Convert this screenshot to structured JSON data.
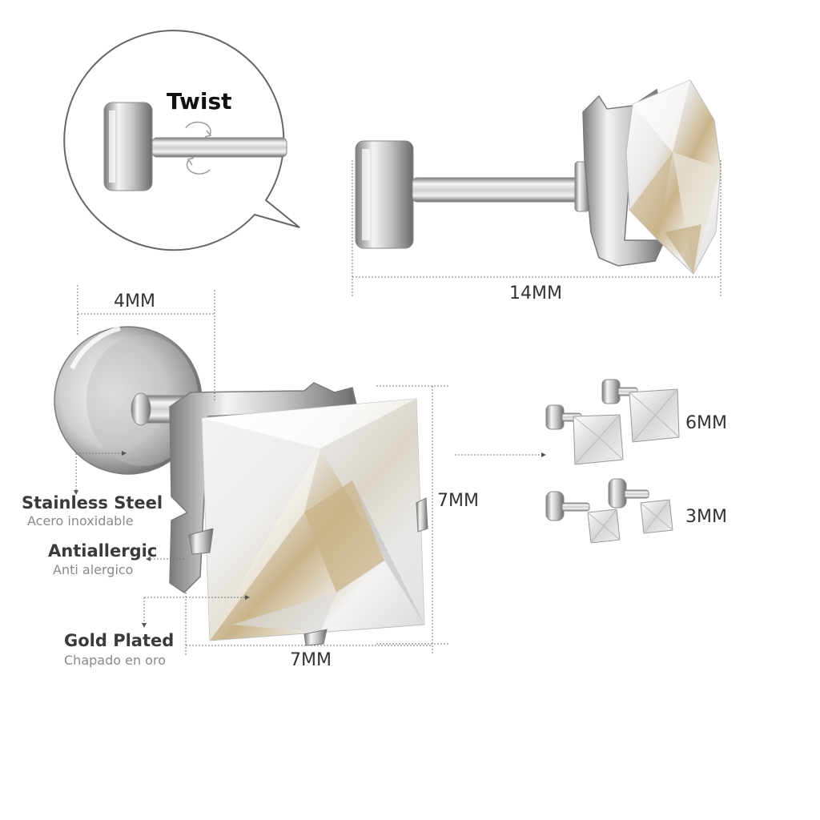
{
  "callout": {
    "label": "Twist"
  },
  "dimensions": {
    "length": "14MM",
    "back_width": "4MM",
    "stone_height": "7MM",
    "stone_width": "7MM"
  },
  "features": [
    {
      "title": "Stainless Steel",
      "subtitle": "Acero inoxidable"
    },
    {
      "title": "Antiallergic",
      "subtitle": "Anti alergico"
    },
    {
      "title": "Gold Plated",
      "subtitle": "Chapado en oro"
    }
  ],
  "sizes": [
    {
      "label": "6MM"
    },
    {
      "label": "3MM"
    }
  ],
  "colors": {
    "steel_light": "#f4f4f4",
    "steel_mid": "#bdbdbd",
    "steel_dark": "#6e6e6e",
    "guide_line": "#777777",
    "gem_warm": "#c9b48a"
  }
}
